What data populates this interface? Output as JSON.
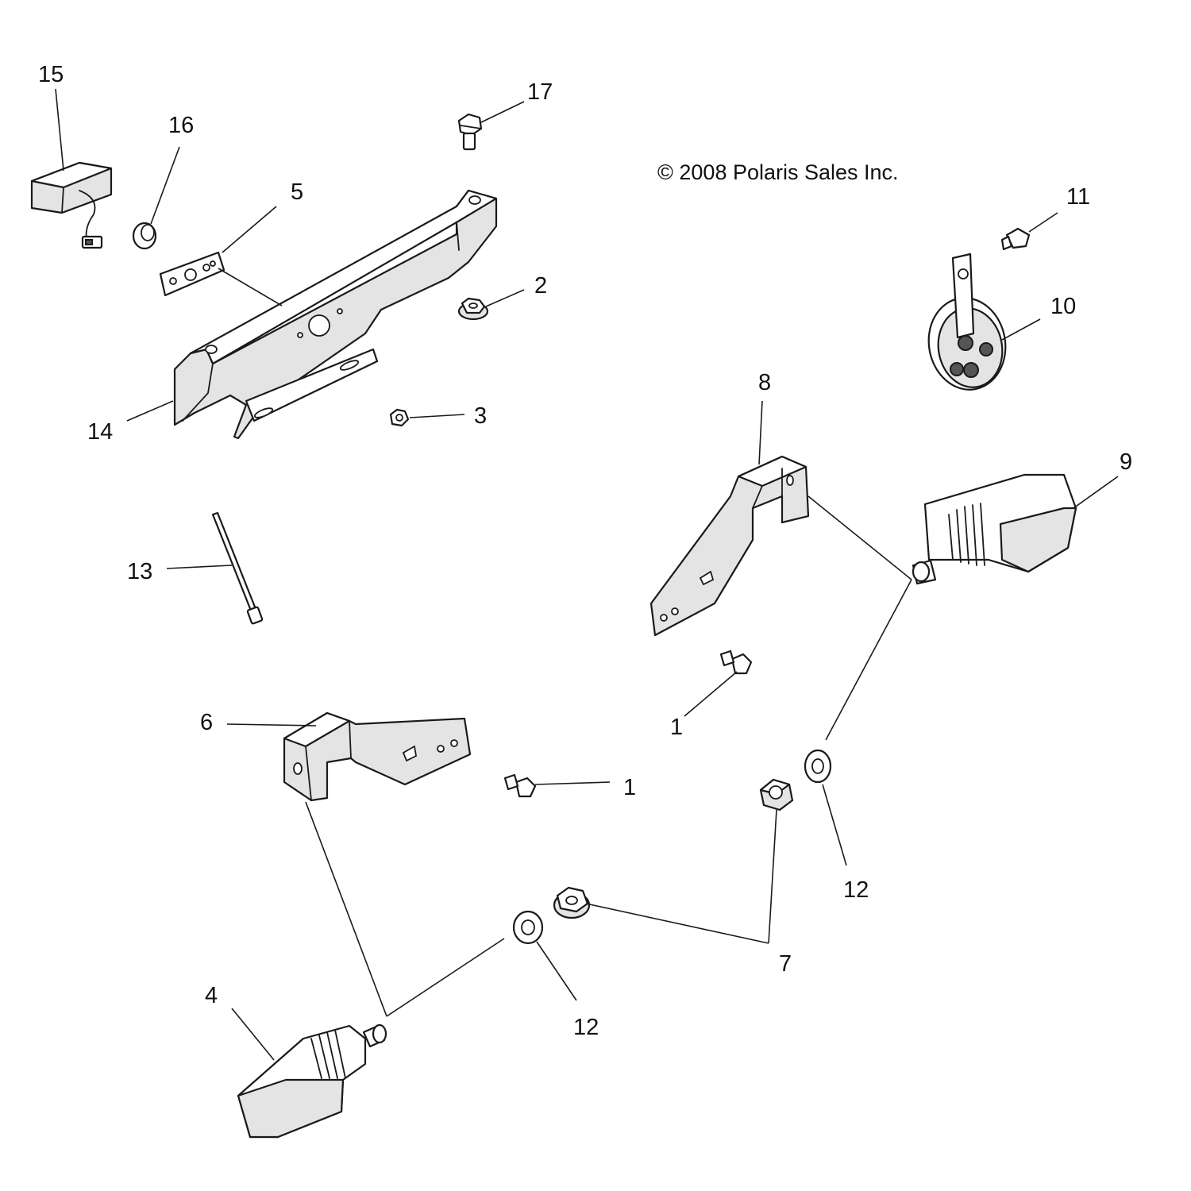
{
  "copyright": "© 2008 Polaris Sales Inc.",
  "callouts": [
    {
      "id": "15",
      "text": "15"
    },
    {
      "id": "16",
      "text": "16"
    },
    {
      "id": "17",
      "text": "17"
    },
    {
      "id": "5",
      "text": "5"
    },
    {
      "id": "2",
      "text": "2"
    },
    {
      "id": "3",
      "text": "3"
    },
    {
      "id": "14",
      "text": "14"
    },
    {
      "id": "11",
      "text": "11"
    },
    {
      "id": "10",
      "text": "10"
    },
    {
      "id": "8",
      "text": "8"
    },
    {
      "id": "9",
      "text": "9"
    },
    {
      "id": "13",
      "text": "13"
    },
    {
      "id": "1a",
      "text": "1"
    },
    {
      "id": "6",
      "text": "6"
    },
    {
      "id": "1b",
      "text": "1"
    },
    {
      "id": "12a",
      "text": "12"
    },
    {
      "id": "7",
      "text": "7"
    },
    {
      "id": "12b",
      "text": "12"
    },
    {
      "id": "4",
      "text": "4"
    }
  ]
}
